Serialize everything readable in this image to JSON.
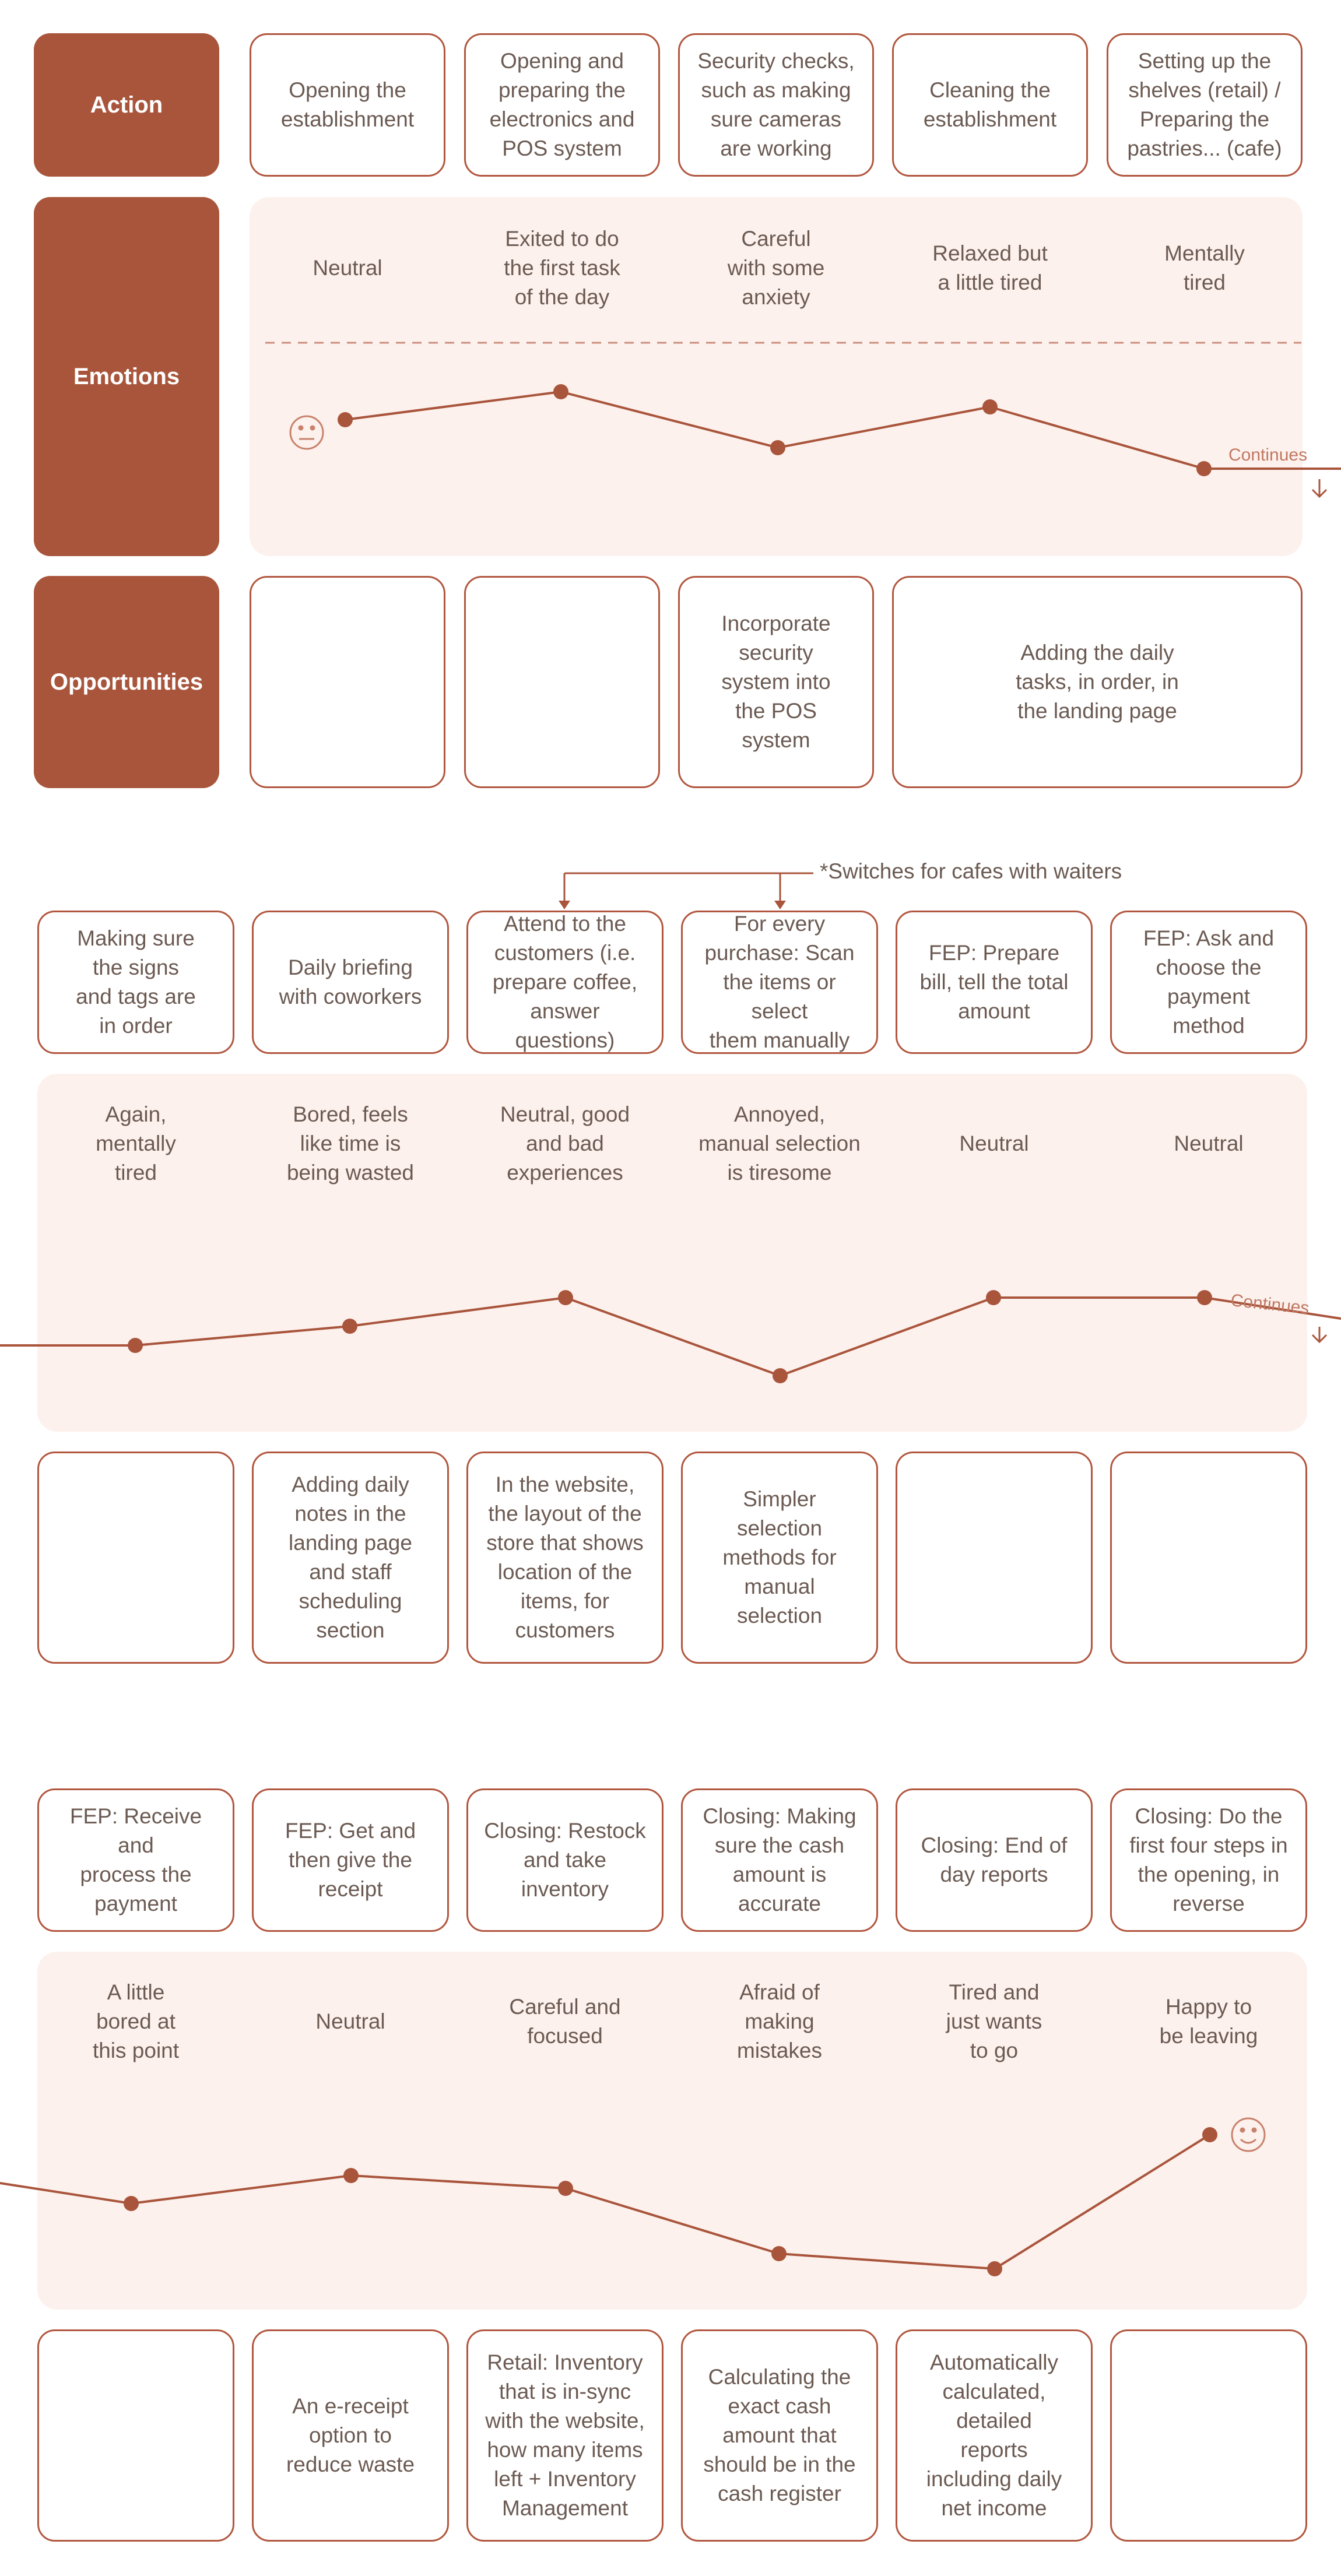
{
  "labels": {
    "action": "Action",
    "emotions": "Emotions",
    "opportunities": "Opportunities"
  },
  "section1": {
    "actions": [
      "Opening the\nestablishment",
      "Opening and\npreparing the\nelectronics and\nPOS system",
      "Security checks,\nsuch as making\nsure cameras\nare working",
      "Cleaning the\nestablishment",
      "Setting up the\nshelves (retail) /\nPreparing the\npastries... (cafe)"
    ],
    "emotions": [
      "Neutral",
      "Exited to do\nthe first task\nof the day",
      "Careful\nwith some\nanxiety",
      "Relaxed but\na little tired",
      "Mentally\ntired"
    ],
    "opportunities": [
      "",
      "",
      "Incorporate\nsecurity\nsystem into\nthe POS\nsystem",
      "Adding the daily\ntasks, in order, in\nthe landing page"
    ],
    "continues_label": "Continues"
  },
  "section2": {
    "note": "*Switches for cafes with waiters",
    "actions": [
      "Making sure\nthe signs\nand tags are\nin order",
      "Daily briefing\nwith coworkers",
      "Attend to the\ncustomers (i.e.\nprepare coffee,\nanswer questions)",
      "For every\npurchase: Scan\nthe items or select\nthem manually",
      "FEP: Prepare\nbill, tell the total\namount",
      "FEP: Ask and\nchoose the\npayment\nmethod"
    ],
    "emotions": [
      "Again,\nmentally\ntired",
      "Bored, feels\nlike time is\nbeing wasted",
      "Neutral, good\nand bad\nexperiences",
      "Annoyed,\nmanual selection\nis tiresome",
      "Neutral",
      "Neutral"
    ],
    "opportunities": [
      "",
      "Adding daily\nnotes in the\nlanding page\nand staff\nscheduling\nsection",
      "In the website,\nthe layout of the\nstore that shows\nlocation of the\nitems, for\ncustomers",
      "Simpler\nselection\nmethods for\nmanual\nselection",
      "",
      ""
    ],
    "continues_label": "Continues"
  },
  "section3": {
    "actions": [
      "FEP: Receive and\nprocess the\npayment",
      "FEP: Get and\nthen give the\nreceipt",
      "Closing: Restock\nand take\ninventory",
      "Closing: Making\nsure the cash\namount is\naccurate",
      "Closing: End of\nday reports",
      "Closing: Do the\nfirst four steps in\nthe opening, in\nreverse"
    ],
    "emotions": [
      "A little\nbored at\nthis point",
      "Neutral",
      "Careful and\nfocused",
      "Afraid of\nmaking\nmistakes",
      "Tired and\njust wants\nto go",
      "Happy to\nbe leaving"
    ],
    "opportunities": [
      "",
      "An e-receipt\noption to\nreduce waste",
      "Retail: Inventory\nthat is in-sync\nwith the website,\nhow many items\nleft + Inventory\nManagement",
      "Calculating the\nexact cash\namount that\nshould be in the\ncash register",
      "Automatically\ncalculated,\ndetailed\nreports\nincluding daily\nnet income",
      ""
    ]
  },
  "icons": {
    "start": "neutral-face-icon",
    "end": "smiley-face-icon",
    "continue": "arrow-down-icon"
  },
  "colors": {
    "accent": "#a9553c",
    "stroke": "#b2573f",
    "band": "#fdf1ed",
    "text": "#6b5a52",
    "white": "#ffffff"
  }
}
